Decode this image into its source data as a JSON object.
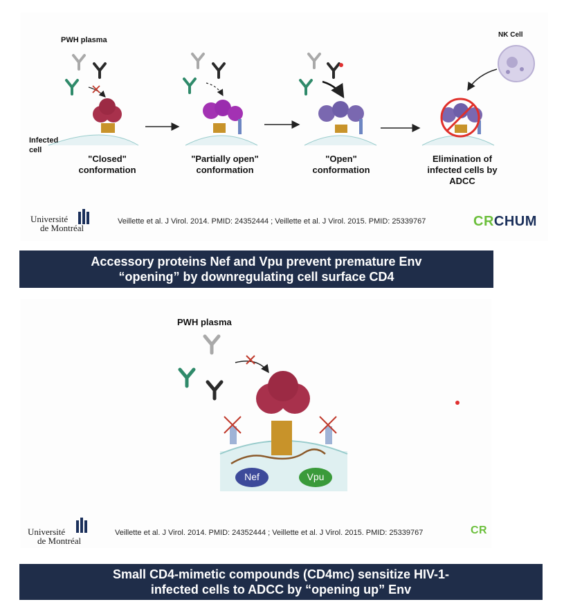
{
  "top_panel": {
    "plasma_label": "PWH plasma",
    "nk_cell_label": "NK Cell",
    "infected_cell_label": "Infected cell",
    "stages": [
      {
        "line1": "\"Closed\"",
        "line2": "conformation"
      },
      {
        "line1": "\"Partially open\"",
        "line2": "conformation"
      },
      {
        "line1": "\"Open\"",
        "line2": "conformation"
      },
      {
        "line1": "Elimination of",
        "line2": "infected cells by",
        "line3": "ADCC"
      }
    ],
    "reference": "Veillette et al. J Virol. 2014. PMID: 24352444 ; Veillette et al. J Virol. 2015. PMID: 25339767",
    "logo_line1": "Université",
    "logo_line2": "de Montréal",
    "crchum_cr": "CR",
    "crchum_chum": "CHUM"
  },
  "banner1": {
    "line1": "Accessory proteins Nef and Vpu prevent premature Env",
    "line2": "“opening” by downregulating cell surface CD4"
  },
  "bottom_panel": {
    "plasma_label": "PWH plasma",
    "nef_label": "Nef",
    "vpu_label": "Vpu",
    "reference": "Veillette et al. J Virol. 2014. PMID: 24352444 ; Veillette et al. J Virol. 2015. PMID: 25339767",
    "logo_line1": "Université",
    "logo_line2": "de Montréal",
    "crchum_cr": "CR"
  },
  "banner2": {
    "line1": "Small CD4-mimetic compounds (CD4mc) sensitize HIV-1-",
    "line2": "infected cells to ADCC by “opening up” Env"
  },
  "colors": {
    "banner_bg": "#1f2d49",
    "closed_env": "#a8314c",
    "partial_env": "#a332b3",
    "open_env": "#7a68b0",
    "nef": "#3d4a9a",
    "vpu": "#3a9a3a",
    "antibody_green": "#2f8a6a",
    "antibody_black": "#2a2a2a",
    "antibody_gray": "#a9a9a9",
    "crchum_green": "#6bbf3b",
    "crchum_navy": "#1a2f5a"
  }
}
